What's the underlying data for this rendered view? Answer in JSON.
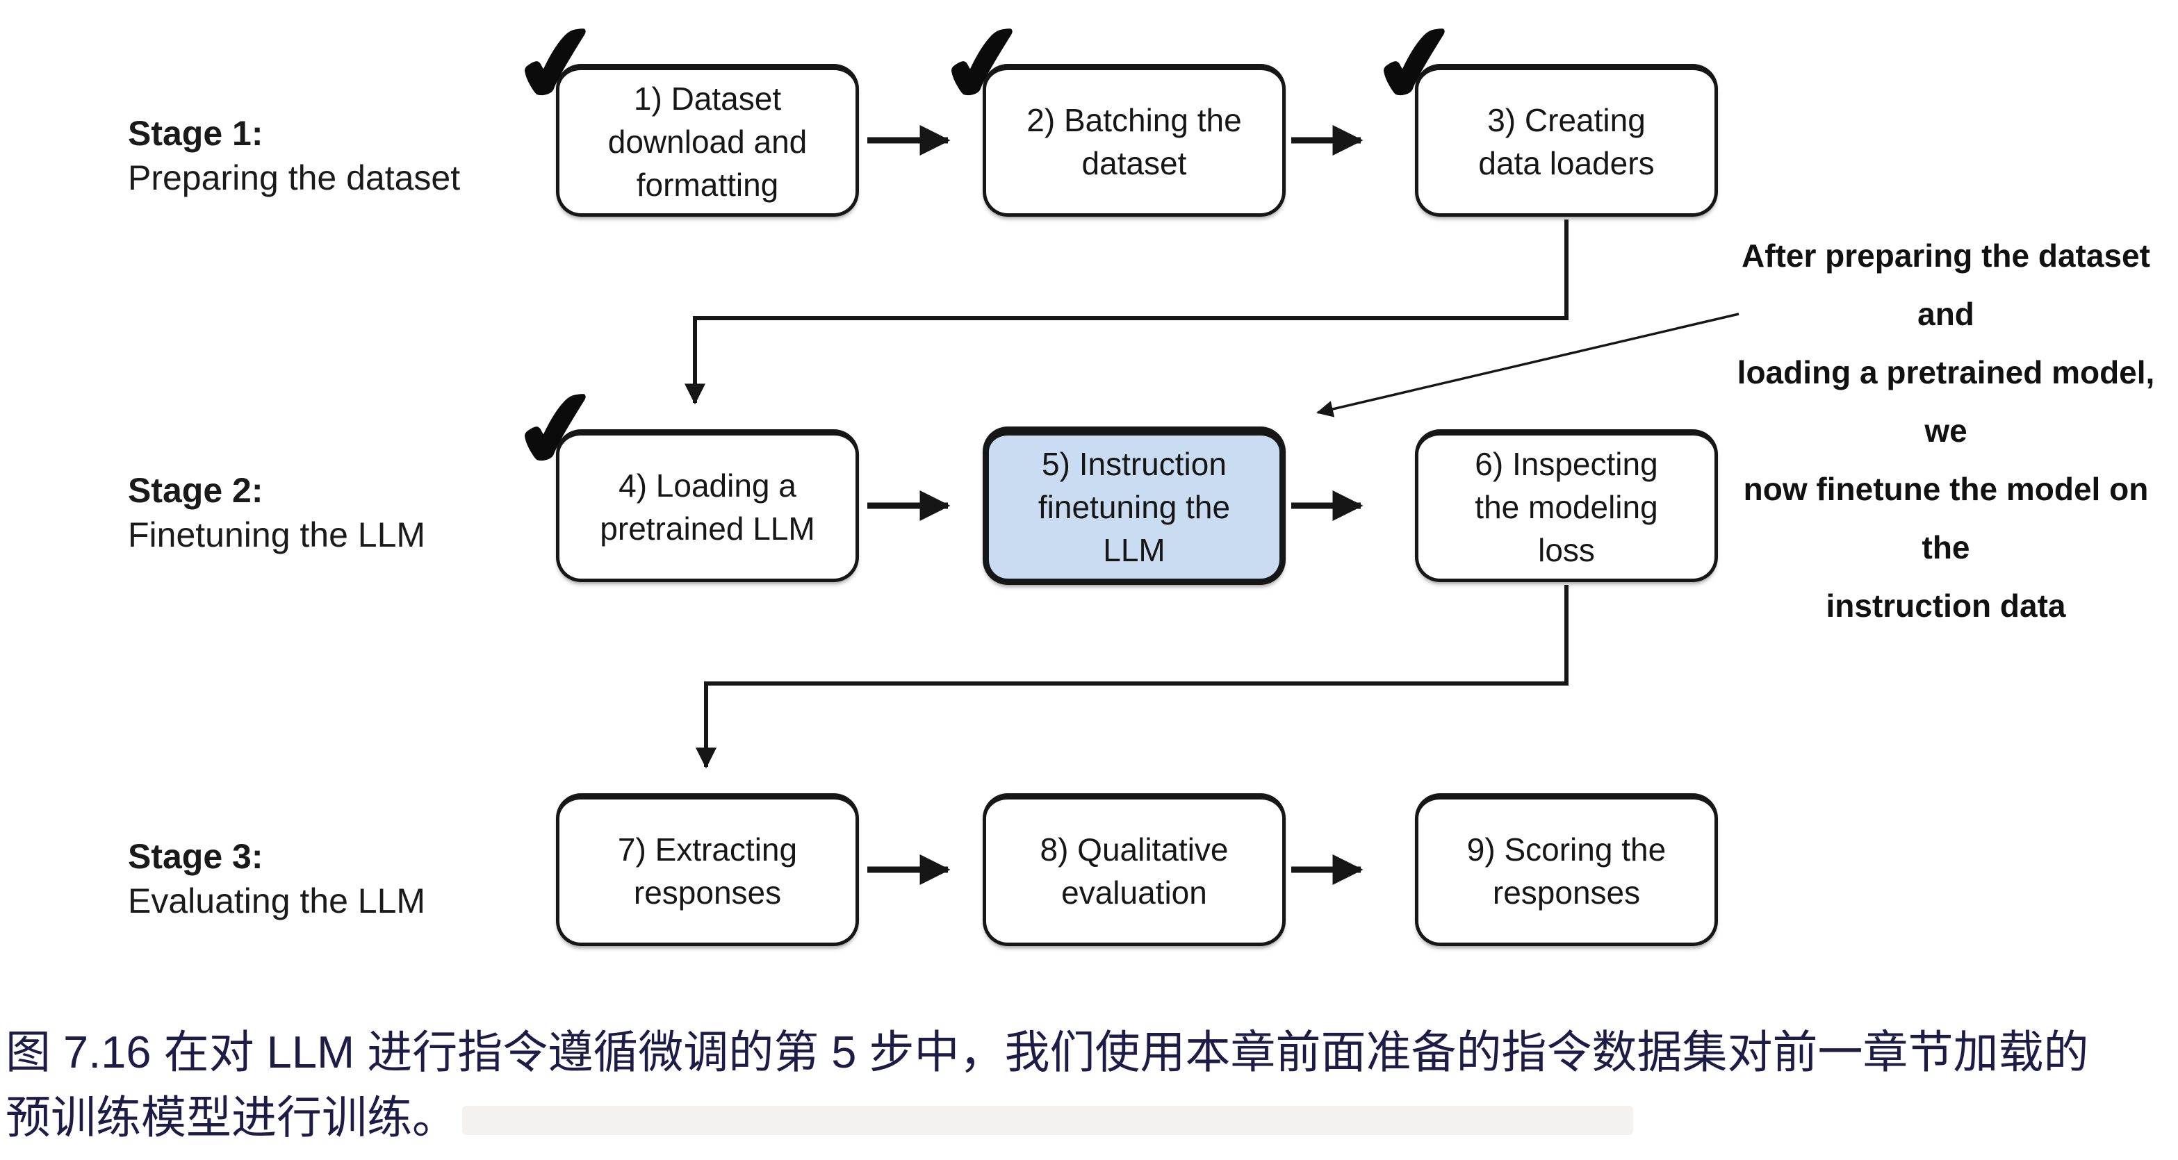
{
  "figure": {
    "stages": [
      {
        "title": "Stage 1:",
        "subtitle": "Preparing the dataset"
      },
      {
        "title": "Stage 2:",
        "subtitle": "Finetuning the LLM"
      },
      {
        "title": "Stage 3:",
        "subtitle": "Evaluating the LLM"
      }
    ],
    "boxes": [
      {
        "lines": [
          "1) Dataset",
          "download and",
          "formatting"
        ],
        "checked": true,
        "highlighted": false
      },
      {
        "lines": [
          "2) Batching the",
          "dataset"
        ],
        "checked": true,
        "highlighted": false
      },
      {
        "lines": [
          "3) Creating",
          "data loaders"
        ],
        "checked": true,
        "highlighted": false
      },
      {
        "lines": [
          "4) Loading a",
          "pretrained LLM"
        ],
        "checked": true,
        "highlighted": false
      },
      {
        "lines": [
          "5) Instruction",
          "finetuning the",
          "LLM"
        ],
        "checked": false,
        "highlighted": true
      },
      {
        "lines": [
          "6) Inspecting",
          "the modeling",
          "loss"
        ],
        "checked": false,
        "highlighted": false
      },
      {
        "lines": [
          "7) Extracting",
          "responses"
        ],
        "checked": false,
        "highlighted": false
      },
      {
        "lines": [
          "8) Qualitative",
          "evaluation"
        ],
        "checked": false,
        "highlighted": false
      },
      {
        "lines": [
          "9) Scoring the",
          "responses"
        ],
        "checked": false,
        "highlighted": false
      }
    ],
    "annotation": {
      "lines": [
        "After preparing the dataset and",
        "loading a pretrained model, we",
        "now finetune the model on the",
        "instruction data"
      ]
    },
    "checkmark_glyph": "✔"
  },
  "caption": {
    "line1": "图 7.16 在对 LLM 进行指令遵循微调的第 5 步中，我们使用本章前面准备的指令数据集对前一章节加载的",
    "line2": "预训练模型进行训练。"
  },
  "colors": {
    "highlight_fill": "#c9dcf2",
    "box_border": "#161616",
    "line": "#161616",
    "caption_text": "#1c1c46",
    "background": "#ffffff"
  }
}
